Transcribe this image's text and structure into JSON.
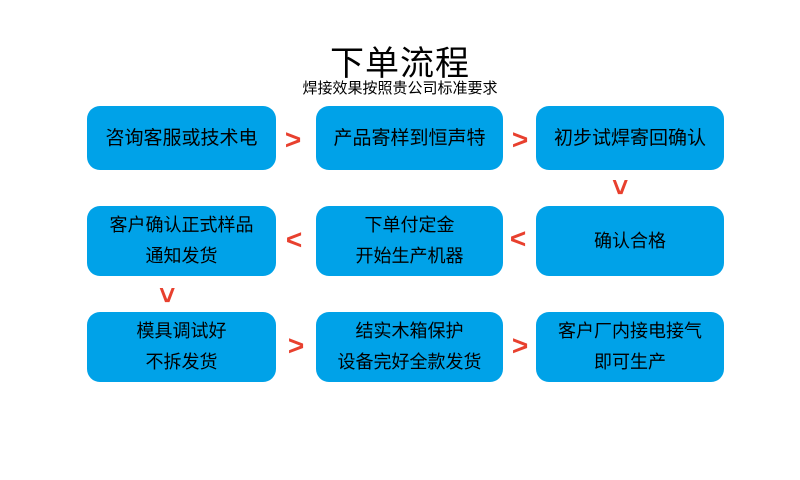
{
  "header": {
    "title": "下单流程",
    "subtitle": "焊接效果按照贵公司标准要求"
  },
  "colors": {
    "box_blue": "#00A2E8",
    "arrow_red": "#E8402E",
    "text_black": "#000000",
    "background": "#FFFFFF"
  },
  "flow": {
    "boxes": [
      {
        "step": 1,
        "lines": [
          "咨询客服或技术电"
        ]
      },
      {
        "step": 2,
        "lines": [
          "产品寄样到恒声特"
        ]
      },
      {
        "step": 3,
        "lines": [
          "初步试焊寄回确认"
        ]
      },
      {
        "step": 4,
        "lines": [
          "客户确认正式样品",
          "通知发货"
        ]
      },
      {
        "step": 5,
        "lines": [
          "下单付定金",
          "开始生产机器"
        ]
      },
      {
        "step": 6,
        "lines": [
          "确认合格"
        ]
      },
      {
        "step": 7,
        "lines": [
          "模具调试好",
          "不拆发货"
        ]
      },
      {
        "step": 8,
        "lines": [
          "结实木箱保护",
          "设备完好全款发货"
        ]
      },
      {
        "step": 9,
        "lines": [
          "客户厂内接电接气",
          "即可生产"
        ]
      }
    ],
    "arrows": [
      {
        "char": ">",
        "direction": "right"
      },
      {
        "char": ">",
        "direction": "right"
      },
      {
        "char": ">",
        "direction": "down"
      },
      {
        "char": "<",
        "direction": "left"
      },
      {
        "char": "<",
        "direction": "left"
      },
      {
        "char": ">",
        "direction": "down"
      },
      {
        "char": ">",
        "direction": "right"
      },
      {
        "char": ">",
        "direction": "right"
      }
    ]
  }
}
